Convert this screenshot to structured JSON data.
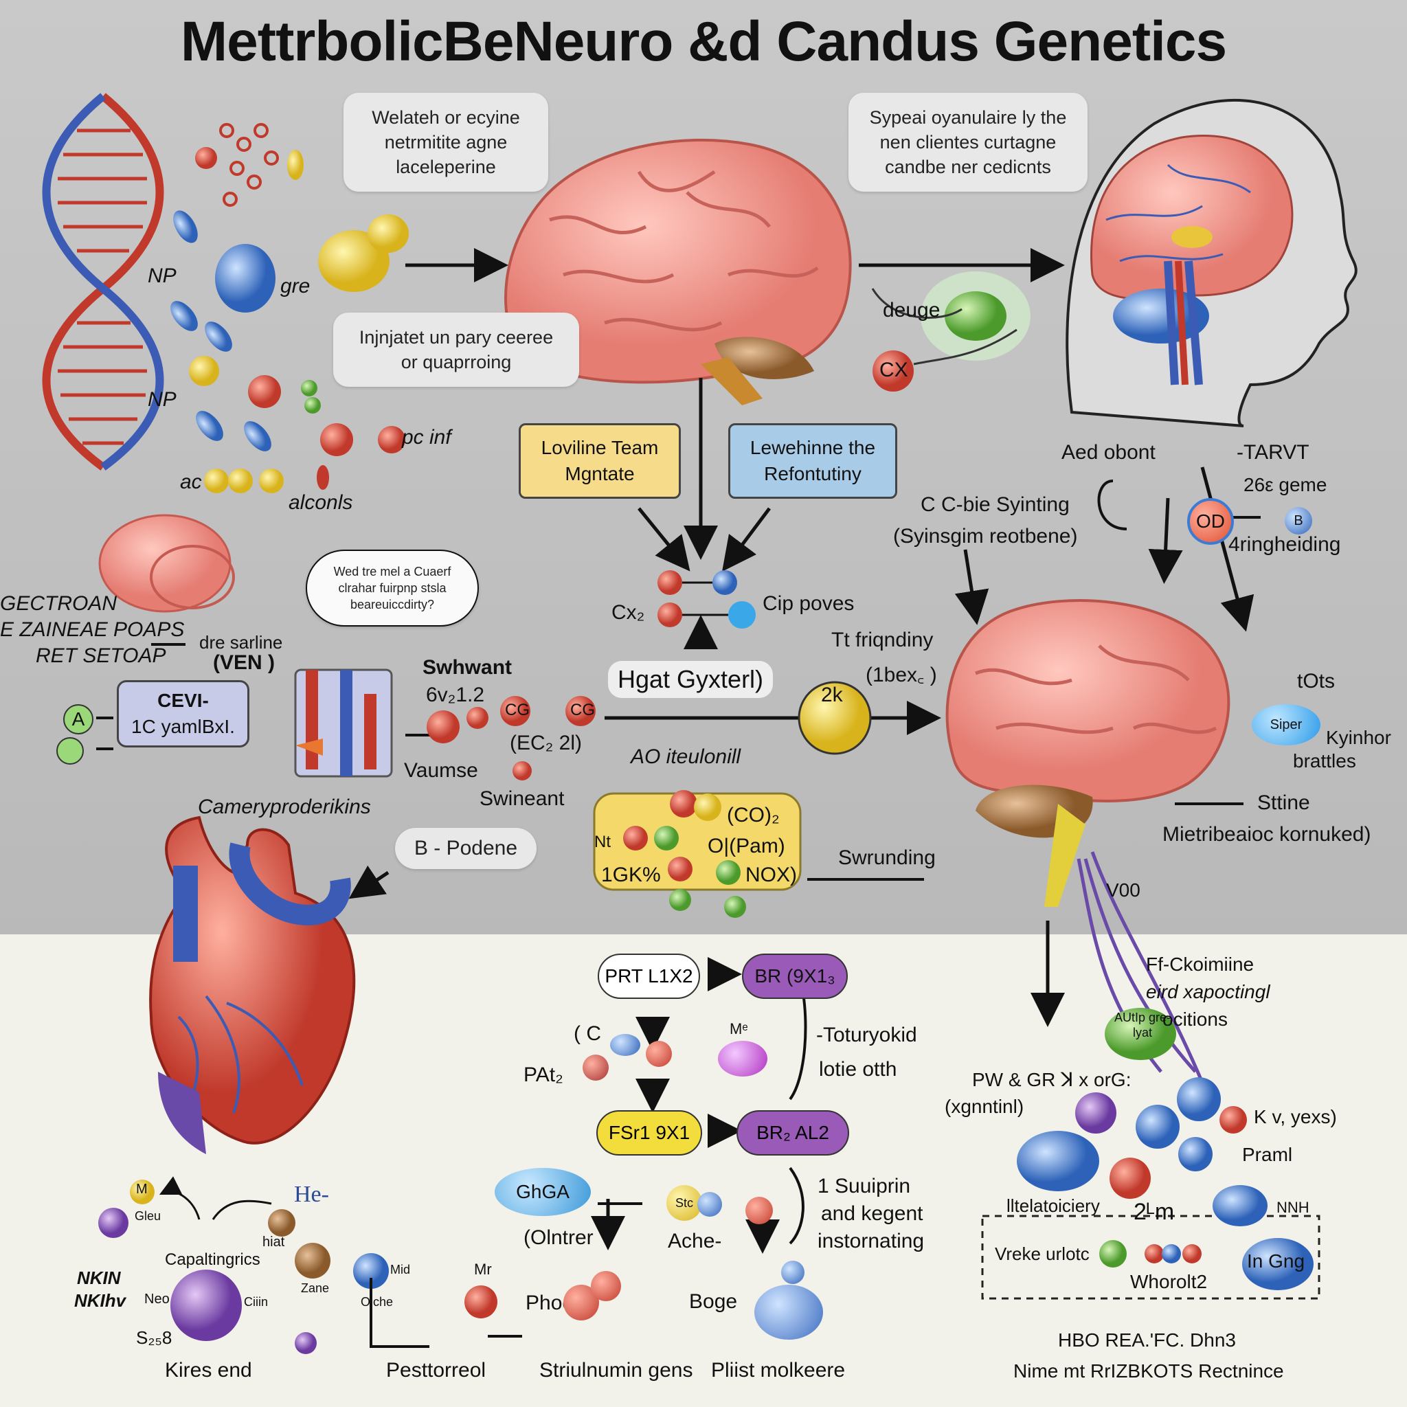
{
  "title": "MettrbolicBeNeuro &d Candus Genetics",
  "bubbles": {
    "top_left": "Welateh or ecyine netrmitite agne laceleperine",
    "top_right": "Sypeai oyanulaire ly the nen clientes curtagne candbe ner cedicnts",
    "mid_left": "Injnjatet un pary ceeree or quaprroing",
    "left_round": "Wed tre mel a Cuaerf clrahar fuirpnp stsla beareuiccdirty?"
  },
  "dna_labels": {
    "np1": "NP",
    "np2": "NP",
    "gre": "gre",
    "pc_inf": "pc inf",
    "alcohols": "alconls",
    "ac": "ac"
  },
  "boxes": {
    "yellow": "Loviline Team Mgntate",
    "blue": "Lewehinne the Refontutiny"
  },
  "mid_center": {
    "cx2": "Cx₂",
    "cip_poves": "Cip poves",
    "hgat": "Hgat Gyxterl)",
    "tt_friggdny": "Tt friqndiny",
    "ibex": "(1bex꜀ )",
    "sk_node": "2k",
    "ao": "AO iteulonill",
    "swrunding": "Swrunding",
    "deuge": "deuge",
    "cx_node": "CX"
  },
  "mid_left": {
    "gectroan": "GECTROAN",
    "zaine": "E ZAINEAE POAPS",
    "ret": "RET SETOAP",
    "dre_saline": "dre sarline",
    "ven": "(VEN )",
    "cev": "CEVI-",
    "tc": "1C yamlBxI.",
    "a_node": "A",
    "swhwant": "Swhwant",
    "formula": "6v₂1.2",
    "cg1": "CG",
    "cg2": "CG",
    "ec": "(EC₂ 2l)",
    "vaumse": "Vaumse",
    "swineant": "Swineant",
    "camery": "Camerypro­derikins",
    "b_podene": "B - Podene"
  },
  "mid_cluster": {
    "co2": "(CO)₂",
    "nt": "Nt",
    "pam": "O|(Pam)",
    "tgk": "1GK%",
    "nox": "NOX)"
  },
  "right": {
    "aed_obont": "Aed obont",
    "tarvt": "-TARVT",
    "gene": "26ε geme",
    "od": "OD",
    "b_node": "B",
    "ringheiding": "4ringheiding",
    "cc_bie": "C C-bie Syinting",
    "synsim": "(Syinsgim reotbene)",
    "tots": "tOts",
    "siper": "Siper",
    "kyhor": "Kyinhor",
    "brattles": "brattles",
    "stine": "Sttine",
    "metrib": "Mietribeaioc kornuked)",
    "v00": "V00",
    "ff": "Ff-Ckoimiine",
    "eird": "eird xapoctingl",
    "ocitions": "ocitions",
    "green_pill": "AUtIp gre-lyat",
    "pw": "PW & GR ꓘ x orG:",
    "xgnntinl": "(xgnntinl)",
    "kv": "K v, yexs)",
    "praml": "Praml",
    "iltelatoiciery": "lltelatoiciery",
    "two_m": "2ᴸm",
    "nnh": "NNH",
    "vreke": "Vreke urlotc",
    "whorott": "Whorolt2",
    "in_gng": "In Gng",
    "hbo": "HBO REA.'FC. Dhn3",
    "nime": "Nime mt RrIZBKOTS Rectnince"
  },
  "bottom_mid": {
    "prt": "PRT L1X2",
    "br1": "BR (9X1₃",
    "c_node": "( C",
    "pat": "PAt₂",
    "m_small": "Mᵉ",
    "toturyokid": "-Toturyokid",
    "lotie": "lotie otth",
    "fsr": "FSr1 9X1",
    "br2": "BR₂ AL2",
    "ghga": "GhGA",
    "olntrer": "(Olntrer",
    "ache": "Ache-",
    "s_node": "Stc",
    "suuiprin": "1 Suuiprin",
    "and_kegent": "and kegent",
    "instoring": "instornating",
    "phoe": "Phoe",
    "boge": "Boge",
    "mr": "Mr",
    "pestorreol": "Pesttorreol",
    "striulnumin": "Striulnumin gens",
    "pliist": "Pliist molkeere"
  },
  "bottom_left": {
    "he": "He-",
    "capal": "Capaltingrics",
    "nkin1": "NKIN",
    "nkin2": "NKIhv",
    "neo": "Neo",
    "s8": "S₂₅8",
    "kires": "Kires end",
    "gleu": "Gleu",
    "hiat": "hiat",
    "zane": "Zane",
    "mid": "Mid",
    "oiche": "Oiche",
    "ciiin": "Ciiin",
    "m_node": "M"
  }
}
